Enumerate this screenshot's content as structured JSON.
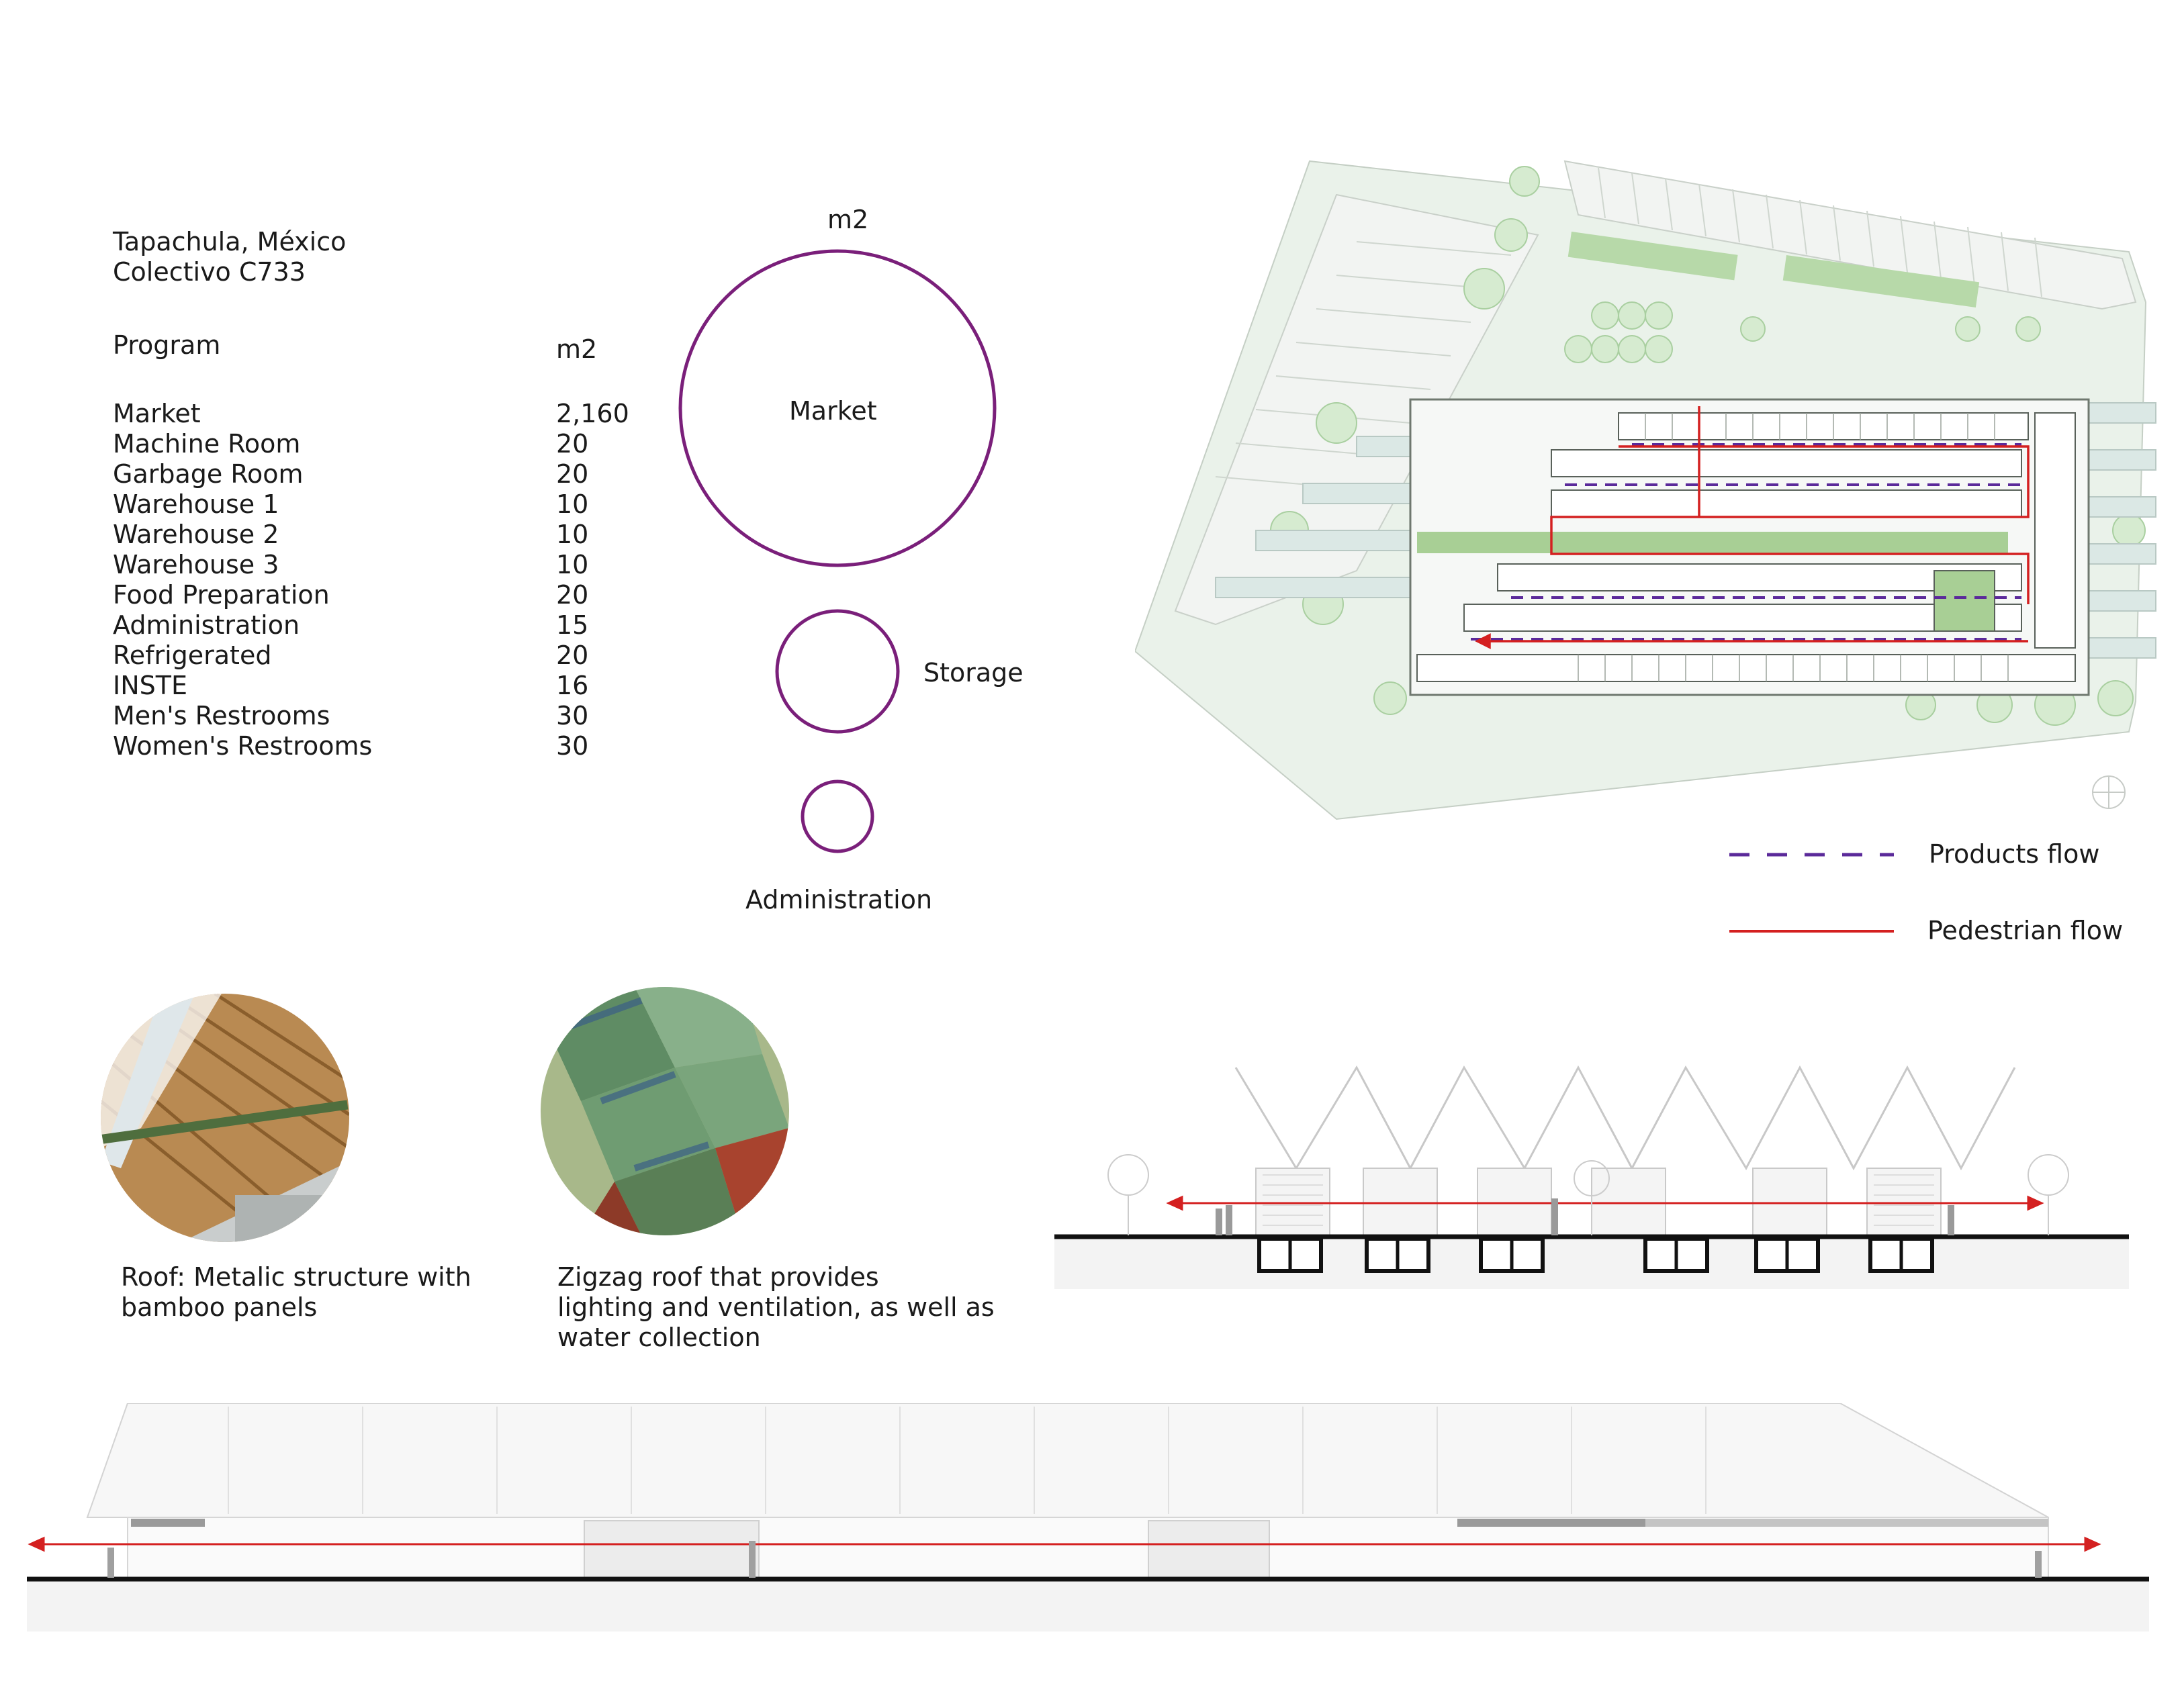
{
  "header": {
    "location": "Tapachula, México",
    "collective": "Colectivo C733"
  },
  "program": {
    "title": "Program",
    "unit": "m2",
    "rows": [
      {
        "name": "Market",
        "area": "2,160"
      },
      {
        "name": "Machine Room",
        "area": "20"
      },
      {
        "name": "Garbage Room",
        "area": "20"
      },
      {
        "name": "Warehouse 1",
        "area": "10"
      },
      {
        "name": "Warehouse 2",
        "area": "10"
      },
      {
        "name": "Warehouse 3",
        "area": "10"
      },
      {
        "name": "Food Preparation",
        "area": "20"
      },
      {
        "name": "Administration",
        "area": "15"
      },
      {
        "name": "Refrigerated",
        "area": "20"
      },
      {
        "name": "INSTE",
        "area": "16"
      },
      {
        "name": "Men's Restrooms",
        "area": "30"
      },
      {
        "name": "Women's Restrooms",
        "area": "30"
      }
    ]
  },
  "bubble_diagram": {
    "unit": "m2",
    "accent_color": "#7a1f7a",
    "bubbles": [
      {
        "label": "Market"
      },
      {
        "label": "Storage"
      },
      {
        "label": "Administration"
      }
    ]
  },
  "legend": {
    "products_flow": "Products flow",
    "products_color": "#5b2a9a",
    "pedestrian_flow": "Pedestrian flow",
    "pedestrian_color": "#d42020"
  },
  "photos": [
    {
      "caption_line1": "Roof: Metalic structure with",
      "caption_line2": "bamboo panels",
      "caption_line3": ""
    },
    {
      "caption_line1": "Zigzag roof that provides",
      "caption_line2": "lighting and ventilation, as well as",
      "caption_line3": "water collection"
    }
  ]
}
